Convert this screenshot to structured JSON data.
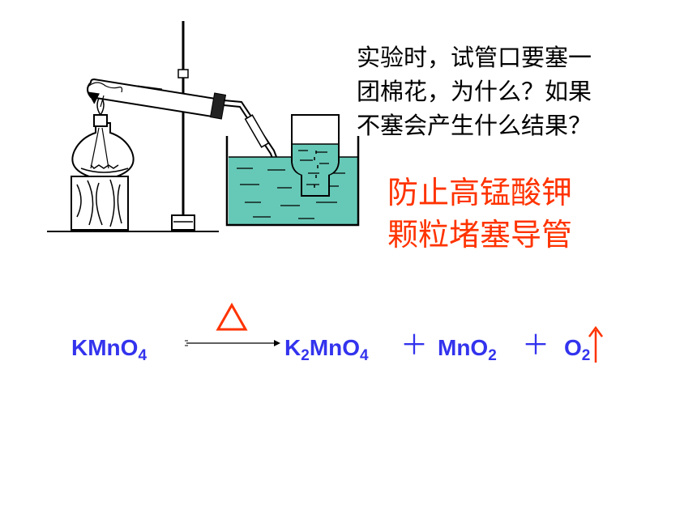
{
  "question": {
    "lines": [
      "实验时，试管口要塞一",
      "团棉花，为什么？如果",
      "不塞会产生什么结果？"
    ]
  },
  "answer": {
    "lines": [
      "防止高锰酸钾",
      "颗粒堵塞导管"
    ],
    "color": "#ff3300"
  },
  "equation": {
    "reactant": {
      "base": "KMnO",
      "sub": "4"
    },
    "product1": {
      "pre": "K",
      "sub1": "2",
      "mid": "MnO",
      "sub2": "4"
    },
    "product2": {
      "base": "MnO",
      "sub": "2"
    },
    "product3": {
      "base": "O",
      "sub": "2"
    },
    "plus": "＋",
    "condition_icon": "heat-triangle-icon",
    "gas_icon": "gas-up-arrow-icon",
    "color": "#3333ee"
  }
}
